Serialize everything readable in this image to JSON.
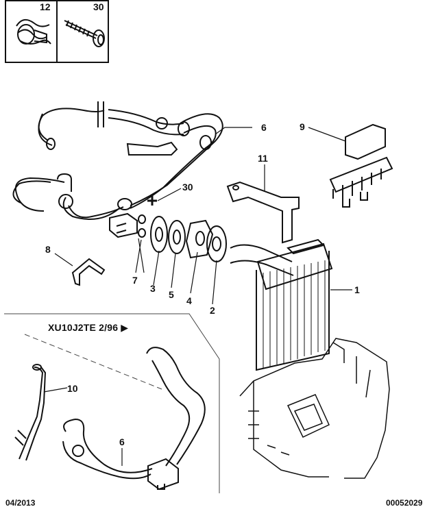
{
  "inset_parts": [
    {
      "number": "12",
      "icon": "hose-clamp-icon"
    },
    {
      "number": "30",
      "icon": "screw-icon"
    }
  ],
  "callouts": [
    {
      "id": "1",
      "text": "1"
    },
    {
      "id": "2",
      "text": "2"
    },
    {
      "id": "3",
      "text": "3"
    },
    {
      "id": "4",
      "text": "4"
    },
    {
      "id": "5",
      "text": "5"
    },
    {
      "id": "6",
      "text": "6"
    },
    {
      "id": "6b",
      "text": "6"
    },
    {
      "id": "7",
      "text": "7"
    },
    {
      "id": "8",
      "text": "8"
    },
    {
      "id": "9",
      "text": "9"
    },
    {
      "id": "10",
      "text": "10"
    },
    {
      "id": "11",
      "text": "11"
    },
    {
      "id": "30",
      "text": "30"
    }
  ],
  "variant_label": "XU10J2TE 2/96 ▶",
  "footer": {
    "date": "04/2013",
    "reference": "00052029"
  }
}
